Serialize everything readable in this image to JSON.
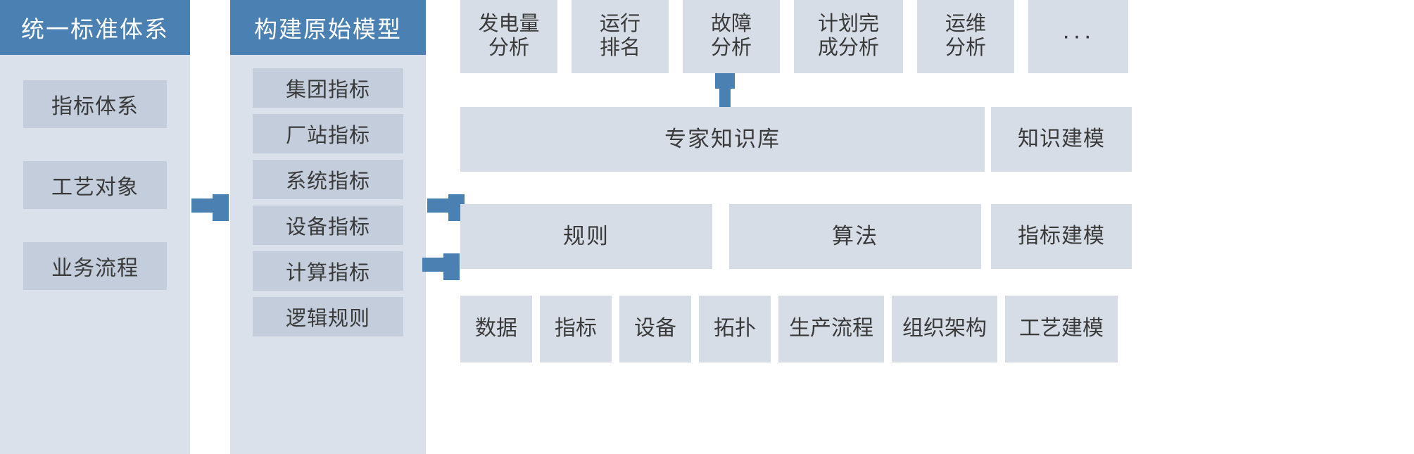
{
  "diagram": {
    "title": "统一标准体系 → 构建原始模型 → 专家知识库",
    "colors": {
      "header_blue": "#4a80b2",
      "panel_bg": "#dbe1ea",
      "tile_bg": "#c3cddc",
      "right_tile_bg": "#d6dde7",
      "text": "#3a3a3a",
      "white": "#ffffff"
    }
  },
  "column_standard": {
    "header": "统一标准体系",
    "items": [
      {
        "label": "指标体系"
      },
      {
        "label": "工艺对象"
      },
      {
        "label": "业务流程"
      }
    ]
  },
  "column_model": {
    "header": "构建原始模型",
    "items": [
      {
        "label": "集团指标"
      },
      {
        "label": "厂站指标"
      },
      {
        "label": "系统指标"
      },
      {
        "label": "设备指标"
      },
      {
        "label": "计算指标"
      },
      {
        "label": "逻辑规则"
      }
    ]
  },
  "analysis_row": {
    "items": [
      {
        "label": "发电量\n分析"
      },
      {
        "label": "运行\n排名"
      },
      {
        "label": "故障\n分析"
      },
      {
        "label": "计划完\n成分析"
      },
      {
        "label": "运维\n分析"
      },
      {
        "label": "···"
      }
    ]
  },
  "knowledge_row": {
    "items": [
      {
        "label": "专家知识库"
      },
      {
        "label": "知识建模"
      }
    ]
  },
  "rule_row": {
    "items": [
      {
        "label": "规则"
      },
      {
        "label": "算法"
      },
      {
        "label": "指标建模"
      }
    ]
  },
  "foundation_row": {
    "items": [
      {
        "label": "数据"
      },
      {
        "label": "指标"
      },
      {
        "label": "设备"
      },
      {
        "label": "拓扑"
      },
      {
        "label": "生产流程"
      },
      {
        "label": "组织架构"
      },
      {
        "label": "工艺建模"
      }
    ]
  },
  "connectors": [
    {
      "name": "standard-to-model",
      "type": "arrow-right"
    },
    {
      "name": "model-to-knowledge",
      "type": "arrow-right"
    },
    {
      "name": "fault-analysis-to-knowledge",
      "type": "arrow-down"
    },
    {
      "name": "model-to-rules",
      "type": "arrow-right"
    }
  ]
}
